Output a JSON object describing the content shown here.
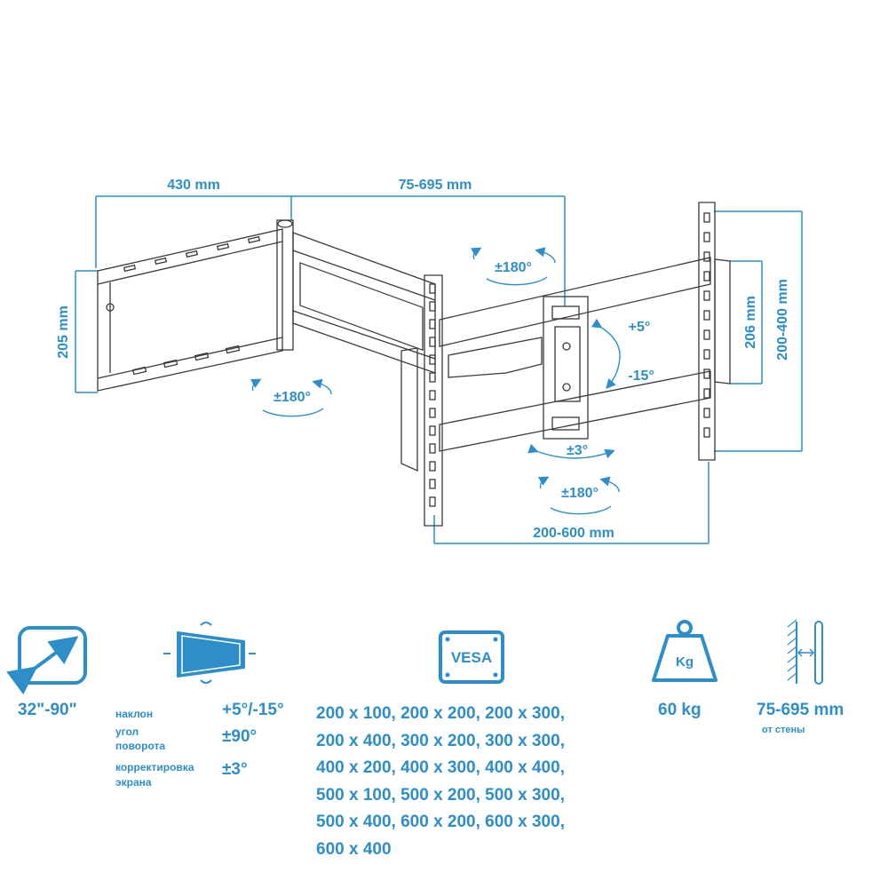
{
  "dimensions": {
    "wall_width": "430 mm",
    "extension": "75-695 mm",
    "wall_height": "205 mm",
    "plate_height": "206 mm",
    "vesa_vertical": "200-400 mm",
    "vesa_horizontal": "200-600 mm"
  },
  "rotations": {
    "swivel_wall": "±180°",
    "swivel_arm": "±180°",
    "swivel_bottom": "±180°",
    "tilt_up": "+5°",
    "tilt_down": "-15°",
    "level": "±3°"
  },
  "specs": {
    "screen_size": "32\"-90\"",
    "tilt_label": "наклон",
    "tilt_value": "+5°/-15°",
    "swivel_label_1": "угол",
    "swivel_label_2": "поворота",
    "swivel_value": "±90°",
    "level_label_1": "корректировка",
    "level_label_2": "экрана",
    "level_value": "±3°",
    "vesa_badge": "VESA",
    "vesa_sizes": [
      "200 x 100, 200 x 200, 200 x 300,",
      "200 x 400, 300 x 200, 300 x 300,",
      "400 x 200, 400 x 300, 400 x 400,",
      "500 x 100, 500 x 200, 500 x 300,",
      "500 x 400, 600 x 200, 600 x 300,",
      "600 x 400"
    ],
    "weight_badge": "Kg",
    "weight": "60 kg",
    "wall_distance": "75-695 mm",
    "wall_distance_label": "от стены"
  },
  "colors": {
    "accent": "#2d8ec9",
    "line": "#3a3a3a"
  },
  "icons": [
    "diagonal-size-icon",
    "tilt-rotate-screen-icon",
    "vesa-icon",
    "weight-icon",
    "wall-distance-icon"
  ]
}
